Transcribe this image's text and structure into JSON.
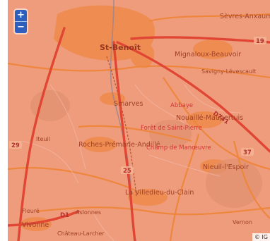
{
  "map": {
    "zoom": {
      "in_label": "+",
      "out_label": "−"
    },
    "attribution": "© IG",
    "colors": {
      "tint": "#ec6042",
      "major_road": "#d9342a",
      "secondary_road": "#f2a23a",
      "water": "#4c9bd1",
      "zoom_control": "#2d5fbf"
    },
    "places": [
      {
        "key": "saint-benoit",
        "name": "St-Benoît",
        "kind": "city"
      },
      {
        "key": "mignaloux",
        "name": "Mignaloux-Beauvoir",
        "kind": "town"
      },
      {
        "key": "savigny",
        "name": "Savigny-Lévescault",
        "kind": "small"
      },
      {
        "key": "sevres",
        "name": "Sèvres-Anxaumont",
        "kind": "town"
      },
      {
        "key": "smarves",
        "name": "Smarves",
        "kind": "town"
      },
      {
        "key": "nouaille",
        "name": "Nouaillé-Maupertuis",
        "kind": "town"
      },
      {
        "key": "roches",
        "name": "Roches-Prémarie-Andillé",
        "kind": "town"
      },
      {
        "key": "nieuil",
        "name": "Nieuil-l'Espoir",
        "kind": "town"
      },
      {
        "key": "villedieu",
        "name": "La Villedieu-du-Clain",
        "kind": "town"
      },
      {
        "key": "vivonne",
        "name": "Vivonne",
        "kind": "town"
      },
      {
        "key": "iteuil",
        "name": "Iteuil",
        "kind": "small"
      },
      {
        "key": "aslonnes",
        "name": "Aslonnes",
        "kind": "small"
      },
      {
        "key": "chateau",
        "name": "Château-Larcher",
        "kind": "small"
      },
      {
        "key": "vernon",
        "name": "Vernon",
        "kind": "small"
      },
      {
        "key": "fleure",
        "name": "Fleuré",
        "kind": "small"
      },
      {
        "key": "abbaye",
        "name": "Abbaye",
        "kind": "red"
      },
      {
        "key": "foret",
        "name": "Forêt de Saint-Pierre",
        "kind": "red"
      },
      {
        "key": "champ",
        "name": "Champ de Manœuvre",
        "kind": "red"
      }
    ],
    "routes": [
      "19",
      "29",
      "37",
      "25",
      "D741",
      "D1"
    ]
  }
}
